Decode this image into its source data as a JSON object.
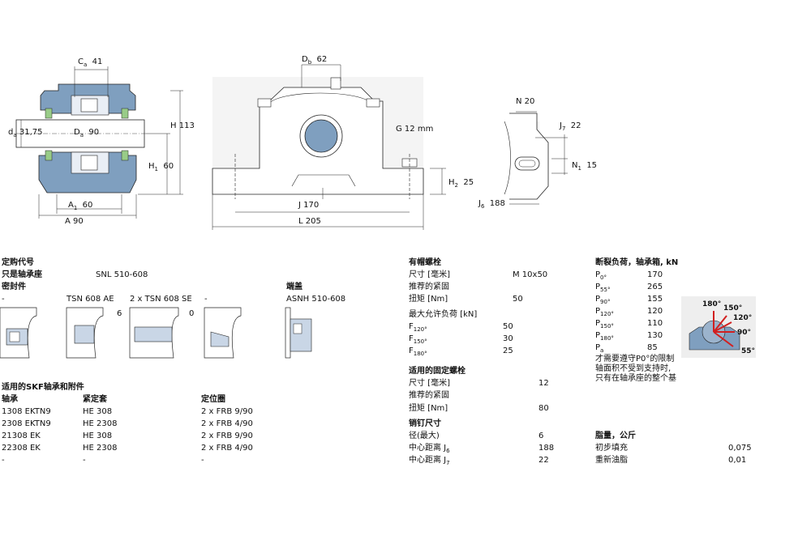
{
  "dims_left": {
    "ca": "41",
    "ca_sym": "C",
    "ca_sub": "a",
    "da": "31,75",
    "da_sym": "d",
    "da_sub": "a",
    "Da": "90",
    "Da_sym": "D",
    "Da_sub": "a",
    "H": "113",
    "H_sym": "H",
    "H1": "60",
    "H1_sym": "H",
    "H1_sub": "1",
    "A1": "60",
    "A1_sym": "A",
    "A1_sub": "1",
    "A": "90",
    "A_sym": "A"
  },
  "dims_mid": {
    "Db": "62",
    "Db_sym": "D",
    "Db_sub": "b",
    "G": "G 12 mm",
    "H2": "25",
    "H2_sym": "H",
    "H2_sub": "2",
    "J": "J 170",
    "L": "L 205"
  },
  "dims_right": {
    "N": "N 20",
    "J7": "22",
    "J7_sym": "J",
    "J7_sub": "7",
    "N1": "15",
    "N1_sym": "N",
    "N1_sub": "1",
    "J6": "188",
    "J6_sym": "J",
    "J6_sub": "6"
  },
  "designation": {
    "heading": "定购代号",
    "housing_label": "只是轴承座",
    "housing_value": "SNL 510-608",
    "seals_label": "密封件",
    "seals": [
      "-",
      "TSN 608 AE",
      "2 x TSN 608 SE",
      "-"
    ],
    "seal_numbers": [
      "6",
      "0"
    ],
    "end_cover_label": "端盖",
    "end_cover_value": "ASNH 510-608"
  },
  "bearings": {
    "heading": "适用的SKF轴承和附件",
    "columns": [
      "轴承",
      "紧定套",
      "定位圈"
    ],
    "rows": [
      [
        "1308 EKTN9",
        "HE 308",
        "2 x FRB 9/90"
      ],
      [
        "2308 EKTN9",
        "HE 2308",
        "2 x FRB 4/90"
      ],
      [
        "21308 EK",
        "HE 308",
        "2 x FRB 9/90"
      ],
      [
        "22308 EK",
        "HE 2308",
        "2 x FRB 4/90"
      ],
      [
        "-",
        "-",
        "-"
      ]
    ]
  },
  "cap_bolts": {
    "heading": "有帽螺栓",
    "size_label": "尺寸 [毫米]",
    "size_value": "M 10x50",
    "torque_rec": "推荐的紧固",
    "torque_label": "扭矩 [Nm]",
    "torque_value": "50",
    "allow_label": "最大允许负荷 [kN]",
    "loads": [
      {
        "sym": "F",
        "sub": "120°",
        "value": "50"
      },
      {
        "sym": "F",
        "sub": "150°",
        "value": "30"
      },
      {
        "sym": "F",
        "sub": "180°",
        "value": "25"
      }
    ]
  },
  "attach_bolts": {
    "heading": "适用的固定螺栓",
    "size_label": "尺寸 [毫米]",
    "size_value": "12",
    "torque_rec": "推荐的紧固",
    "torque_label": "扭矩 [Nm]",
    "torque_value": "80"
  },
  "dowel": {
    "heading": "销钉尺寸",
    "rows": [
      {
        "label": "径(最大)",
        "sub": "",
        "value": "6"
      },
      {
        "label": "中心距离 J",
        "sub": "6",
        "value": "188"
      },
      {
        "label": "中心距离 J",
        "sub": "7",
        "value": "22"
      }
    ]
  },
  "breaking": {
    "heading": "断裂负荷，轴承箱, kN",
    "loads": [
      {
        "sym": "P",
        "sub": "0°",
        "value": "170"
      },
      {
        "sym": "P",
        "sub": "55°",
        "value": "265"
      },
      {
        "sym": "P",
        "sub": "90°",
        "value": "155"
      },
      {
        "sym": "P",
        "sub": "120°",
        "value": "120"
      },
      {
        "sym": "P",
        "sub": "150°",
        "value": "110"
      },
      {
        "sym": "P",
        "sub": "180°",
        "value": "130"
      },
      {
        "sym": "P",
        "sub": "a",
        "value": "85"
      }
    ],
    "note_lines": [
      "才需要遵守P0°的限制",
      "轴面积不受到支持时,",
      "只有在轴承座的整个基"
    ],
    "angles": [
      "180°",
      "150°",
      "120°",
      "90°",
      "55°"
    ]
  },
  "grease": {
    "heading": "脂量，公斤",
    "initial_label": "初步填充",
    "initial_value": "0,075",
    "relub_label": "重新油脂",
    "relub_value": "0,01"
  },
  "colors": {
    "housing_blue": "#7f9fbf",
    "seal_green": "#99cc88",
    "arrow_red": "#d22020",
    "line": "#222222",
    "light_blue": "#c9d6e6"
  }
}
